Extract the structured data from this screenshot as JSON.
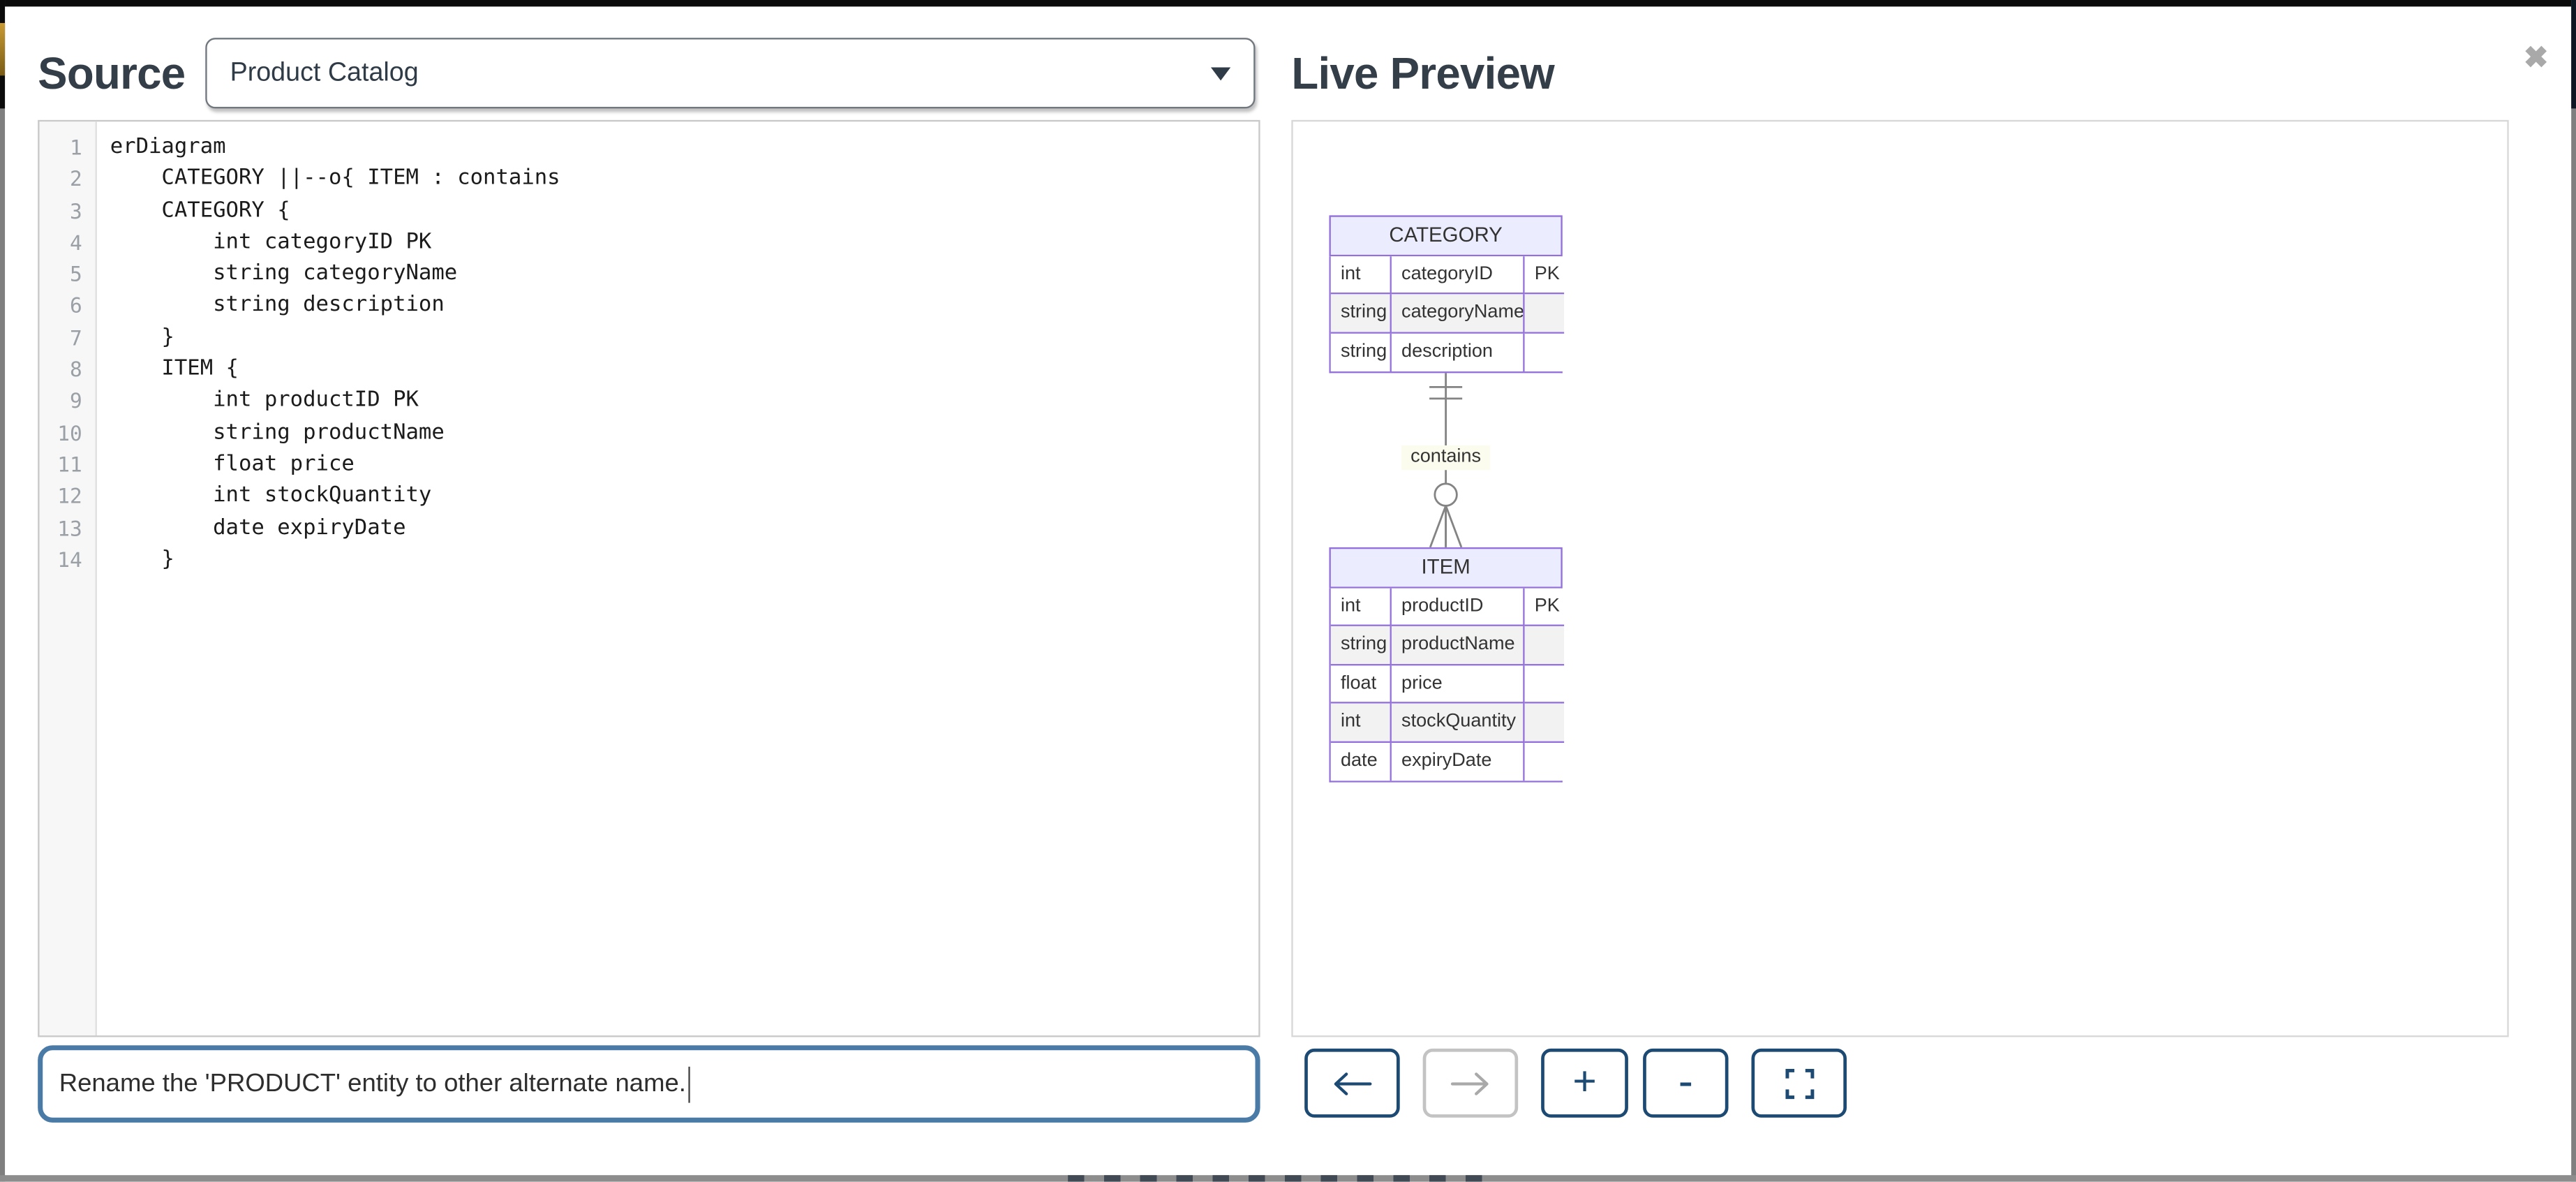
{
  "window": {
    "source_title": "Source",
    "preview_title": "Live Preview",
    "close_glyph": "✖"
  },
  "dropdown": {
    "selected_option": "Product Catalog"
  },
  "editor": {
    "lines": [
      {
        "n": "1",
        "c": "erDiagram"
      },
      {
        "n": "2",
        "c": "    CATEGORY ||--o{ ITEM : contains"
      },
      {
        "n": "3",
        "c": "    CATEGORY {"
      },
      {
        "n": "4",
        "c": "        int categoryID PK"
      },
      {
        "n": "5",
        "c": "        string categoryName"
      },
      {
        "n": "6",
        "c": "        string description"
      },
      {
        "n": "7",
        "c": "    }"
      },
      {
        "n": "8",
        "c": "    ITEM {"
      },
      {
        "n": "9",
        "c": "        int productID PK"
      },
      {
        "n": "10",
        "c": "        string productName"
      },
      {
        "n": "11",
        "c": "        float price"
      },
      {
        "n": "12",
        "c": "        int stockQuantity"
      },
      {
        "n": "13",
        "c": "        date expiryDate"
      },
      {
        "n": "14",
        "c": "    }"
      }
    ]
  },
  "prompt": {
    "value": "Rename the 'PRODUCT' entity to other alternate name."
  },
  "diagram": {
    "relationship_label": "contains",
    "cardinality": "CATEGORY ||--o{ ITEM",
    "entities": [
      {
        "name": "CATEGORY",
        "attributes": [
          {
            "type": "int",
            "name": "categoryID",
            "key": "PK"
          },
          {
            "type": "string",
            "name": "categoryName",
            "key": ""
          },
          {
            "type": "string",
            "name": "description",
            "key": ""
          }
        ]
      },
      {
        "name": "ITEM",
        "attributes": [
          {
            "type": "int",
            "name": "productID",
            "key": "PK"
          },
          {
            "type": "string",
            "name": "productName",
            "key": ""
          },
          {
            "type": "float",
            "name": "price",
            "key": ""
          },
          {
            "type": "int",
            "name": "stockQuantity",
            "key": ""
          },
          {
            "type": "date",
            "name": "expiryDate",
            "key": ""
          }
        ]
      }
    ]
  },
  "toolbar": {
    "zoom_in_label": "+",
    "zoom_out_label": "-"
  },
  "icons": {
    "back": "arrow-left",
    "forward": "arrow-right",
    "zoom_in": "plus",
    "zoom_out": "minus",
    "fit": "fullscreen-brackets",
    "close": "x",
    "dropdown": "caret-down"
  },
  "colors": {
    "accent_input_border": "#4a7ba7",
    "button_navy": "#1d4a73",
    "entity_border": "#9370DB",
    "entity_header_fill": "#ECECFF",
    "row_alt_fill": "#f2f2f2",
    "relationship_line": "#848484",
    "label_background": "#fcfcee"
  }
}
